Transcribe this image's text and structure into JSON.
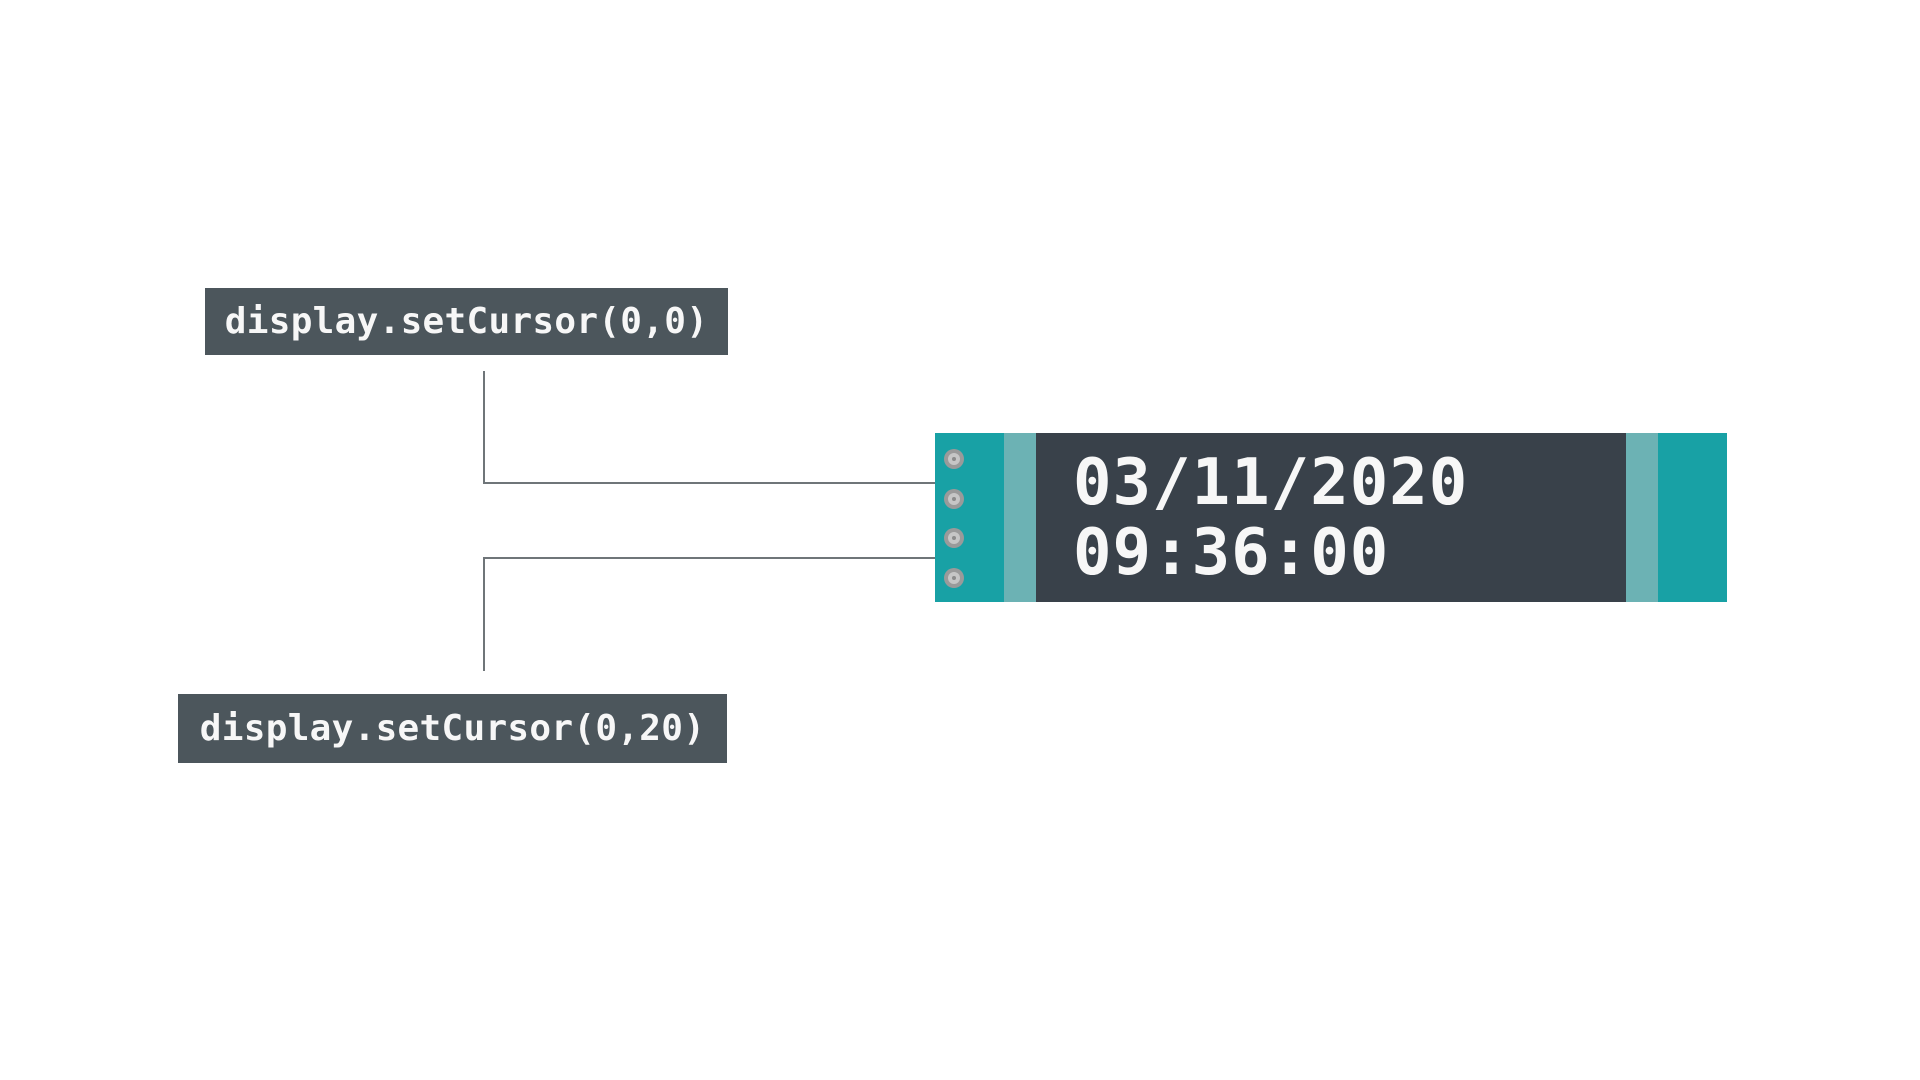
{
  "diagram": {
    "annotations": {
      "cursor_top_label": "display.setCursor(0,0)",
      "cursor_bottom_label": "display.setCursor(0,20)"
    },
    "display": {
      "line1": "03/11/2020",
      "line2": "09:36:00"
    },
    "icons": [
      "screw-icon",
      "screw-icon",
      "screw-icon",
      "screw-icon"
    ],
    "colors": {
      "bg": "#ffffff",
      "teal": "#18a1a5",
      "teal_light": "#6cb2b4",
      "display_dark": "#39414a",
      "label_bg": "#4c565c",
      "connector": "#6f7579",
      "text_white": "#f7f7f7"
    }
  }
}
